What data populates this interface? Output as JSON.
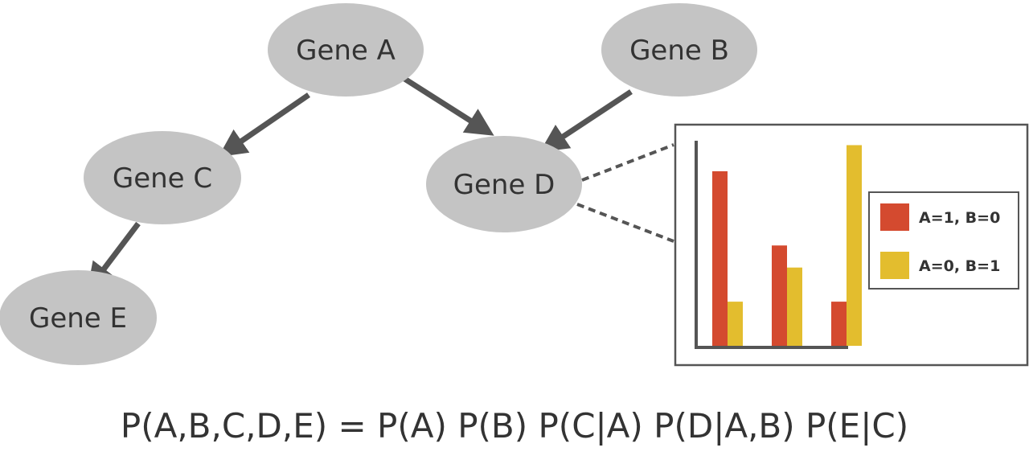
{
  "nodes": [
    {
      "id": "A",
      "label": "Gene A"
    },
    {
      "id": "B",
      "label": "Gene B"
    },
    {
      "id": "C",
      "label": "Gene C"
    },
    {
      "id": "D",
      "label": "Gene D"
    },
    {
      "id": "E",
      "label": "Gene E"
    }
  ],
  "edges": [
    {
      "from": "A",
      "to": "C"
    },
    {
      "from": "A",
      "to": "D"
    },
    {
      "from": "B",
      "to": "D"
    },
    {
      "from": "C",
      "to": "E"
    }
  ],
  "chart_data": {
    "type": "bar",
    "categories": [
      "",
      "",
      ""
    ],
    "series": [
      {
        "name": "A=1, B=0",
        "values": [
          0.87,
          0.5,
          0.22
        ]
      },
      {
        "name": "A=0, B=1",
        "values": [
          0.22,
          0.39,
          1.0
        ]
      }
    ],
    "ylim": [
      0,
      1.05
    ],
    "legend_position": "right"
  },
  "colors": {
    "node_fill": "#c4c4c4",
    "arrow": "#555555",
    "series1": "#d44a2f",
    "series2": "#e3bd2e",
    "text": "#333333"
  },
  "formula": "P(A,B,C,D,E) = P(A) P(B) P(C|A) P(D|A,B) P(E|C)"
}
